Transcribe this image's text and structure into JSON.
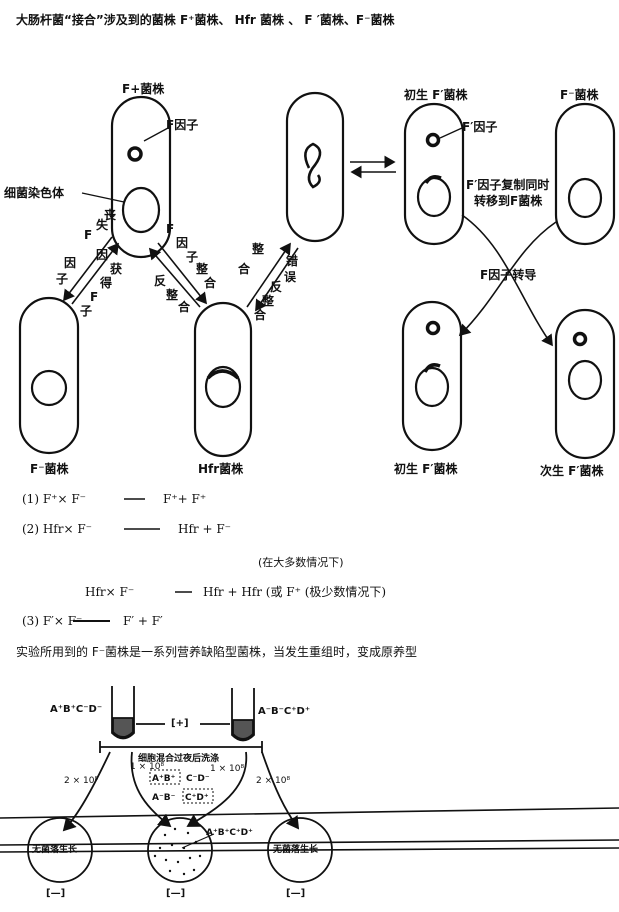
{
  "title": "大肠杆菌“接合”涉及到的菌株 F⁺菌株、 Hfr 菌株 、 F ′菌株、F⁻菌株",
  "cells": {
    "f_plus": "F+菌株",
    "f_factor": "F因子",
    "chromosome": "细菌染色体",
    "f_minus_left": "F⁻菌株",
    "hfr": "Hfr菌株",
    "primary_fprime_top": "初生 F′菌株",
    "f_minus_top_right": "F⁻菌株",
    "fprime_factor": "F′因子",
    "replicate_transfer_1": "F′因子复制同时",
    "replicate_transfer_2": "转移到F菌株",
    "f_transduction": "F因子转导",
    "primary_fprime_bottom": "初生 F′菌株",
    "secondary_fprime_bottom": "次生 F′菌株"
  },
  "arrows": {
    "loss_1": "F",
    "loss_2": "因",
    "loss_3": "子",
    "loss_4": "失",
    "loss_5": "丧",
    "gain_1": "F",
    "gain_2": "因",
    "gain_3": "子",
    "gain_4": "得",
    "gain_5": "获",
    "integ_1": "F",
    "integ_2": "因",
    "integ_3": "子",
    "integ_4": "整",
    "integ_5": "合",
    "rev_1": "反",
    "rev_2": "整",
    "rev_3": "合",
    "hint_1": "整",
    "hint_2": "合",
    "err_1": "错",
    "err_2": "误",
    "rev2_1": "反",
    "rev2_2": "整",
    "rev2_3": "合"
  },
  "equations": {
    "eq1_label": "(1) F⁺× F⁻",
    "eq1_result": "F⁺+ F⁺",
    "eq2_label": "(2) Hfr× F⁻",
    "eq2_result": "Hfr + F⁻",
    "eq2_note": "(在大多数情况下)",
    "eq2b_label": "Hfr× F⁻",
    "eq2b_result": "Hfr + Hfr (或 F⁺ (极少数情况下)",
    "eq3_label": "(3) F′× F⁻",
    "eq3_result": "F′ +  F′"
  },
  "experiment": {
    "intro": "实验所用到的 F⁻菌株是一系列营养缺陷型菌株，当发生重组时，变成原养型",
    "genotype_left": "A⁺B⁺C⁻D⁻",
    "genotype_right": "A⁻B⁻C⁺D⁺",
    "plus_mark": "[+]",
    "wash_note": "细胞混合过夜后洗涤",
    "dose_left": "2 × 10⁸",
    "dose_mid_left": "1 × 10⁸",
    "dose_mid_right": "1 × 10⁸",
    "dose_right": "2 × 10⁸",
    "box_top_left": "A⁺B⁺",
    "box_top_right": "C⁻D⁻",
    "box_bottom_left": "A⁻B⁻",
    "box_bottom_right": "C⁺D⁺",
    "recombinant": "A⁺B⁺C⁺D⁺",
    "no_growth_left": "无菌落生长",
    "no_growth_right": "无菌落生长",
    "result_left": "[—]",
    "result_mid": "[—]",
    "result_right": "[—]"
  }
}
